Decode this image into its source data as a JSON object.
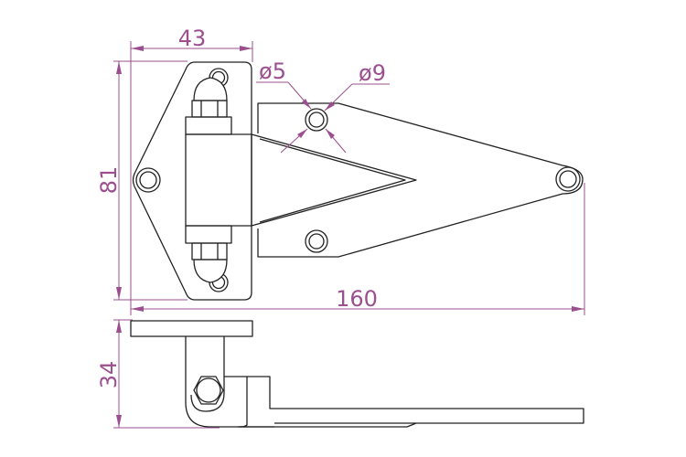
{
  "drawing": {
    "title": "Hinge technical drawing",
    "dimensions": {
      "width_plate": "43",
      "height_plate": "81",
      "total_length": "160",
      "hole_small": "ø5",
      "hole_large": "ø9",
      "side_height": "34"
    },
    "colors": {
      "dimension": "#9b4f8e",
      "part": "#222222"
    }
  }
}
